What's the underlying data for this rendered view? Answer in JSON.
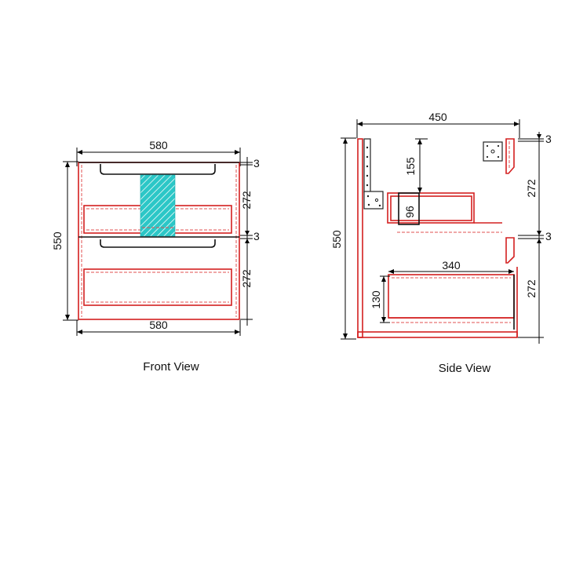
{
  "front": {
    "caption": "Front View",
    "width_top": "580",
    "width_bottom": "580",
    "height": "550",
    "drawer_top": "272",
    "drawer_bottom": "272",
    "gap_top": "3",
    "gap_mid": "3"
  },
  "side": {
    "caption": "Side View",
    "depth": "450",
    "height": "550",
    "drawer_top": "272",
    "drawer_bottom": "272",
    "gap_top": "3",
    "gap_mid": "3",
    "basin_depth": "155",
    "tray_height": "96",
    "drawer_depth": "340",
    "drawer_inner_height": "130"
  },
  "colors": {
    "outline": "#d42020",
    "dimension": "#000000",
    "waste_pipe": "#19c4c4"
  }
}
